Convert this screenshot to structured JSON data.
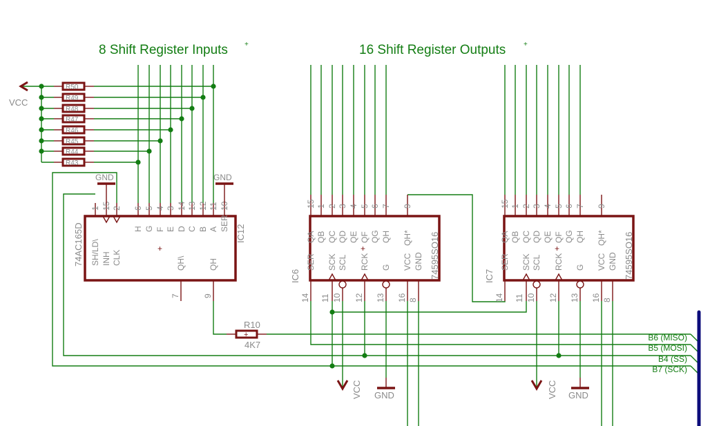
{
  "titles": {
    "inputs": "8 Shift Register Inputs",
    "outputs": "16 Shift Register Outputs",
    "marker": "+"
  },
  "power": {
    "vcc": "VCC",
    "gnd": "GND"
  },
  "colors": {
    "wire": "#137d13",
    "component": "#7a1414",
    "label": "#8a8a8a",
    "bus": "#0b0b7a"
  },
  "pullup_resistors": [
    "R50",
    "R49",
    "R48",
    "R47",
    "R46",
    "R45",
    "R44",
    "R43"
  ],
  "ic12": {
    "name": "IC12",
    "part": "74AC165D",
    "top_pins": [
      {
        "num": "1",
        "label": "SH/LD\\"
      },
      {
        "num": "15",
        "label": "INH"
      },
      {
        "num": "2",
        "label": "CLK"
      },
      {
        "num": "6",
        "label": "H"
      },
      {
        "num": "5",
        "label": "G"
      },
      {
        "num": "4",
        "label": "F"
      },
      {
        "num": "3",
        "label": "E"
      },
      {
        "num": "14",
        "label": "D"
      },
      {
        "num": "13",
        "label": "C"
      },
      {
        "num": "12",
        "label": "B"
      },
      {
        "num": "11",
        "label": "A"
      },
      {
        "num": "10",
        "label": "SER"
      }
    ],
    "bottom_pins": [
      {
        "num": "7",
        "label": "QH\\"
      },
      {
        "num": "9",
        "label": "QH"
      }
    ]
  },
  "ic6": {
    "name": "IC6",
    "part": "74595SO16",
    "top_pins": [
      {
        "num": "15",
        "label": "QA"
      },
      {
        "num": "1",
        "label": "QB"
      },
      {
        "num": "2",
        "label": "QC"
      },
      {
        "num": "3",
        "label": "QD"
      },
      {
        "num": "4",
        "label": "QE"
      },
      {
        "num": "5",
        "label": "QF"
      },
      {
        "num": "6",
        "label": "QG"
      },
      {
        "num": "7",
        "label": "QH"
      },
      {
        "num": "9",
        "label": "QH*"
      }
    ],
    "bottom_pins": [
      {
        "num": "14",
        "label": "SER"
      },
      {
        "num": "11",
        "label": "SCK"
      },
      {
        "num": "10",
        "label": "SCL"
      },
      {
        "num": "12",
        "label": "RCK"
      },
      {
        "num": "13",
        "label": "G"
      },
      {
        "num": "16",
        "label": "VCC"
      },
      {
        "num": "8",
        "label": "GND"
      }
    ]
  },
  "ic7": {
    "name": "IC7",
    "part": "74595SO16",
    "top_pins": [
      {
        "num": "15",
        "label": "QA"
      },
      {
        "num": "1",
        "label": "QB"
      },
      {
        "num": "2",
        "label": "QC"
      },
      {
        "num": "3",
        "label": "QD"
      },
      {
        "num": "4",
        "label": "QE"
      },
      {
        "num": "5",
        "label": "QF"
      },
      {
        "num": "6",
        "label": "QG"
      },
      {
        "num": "7",
        "label": "QH"
      },
      {
        "num": "9",
        "label": "QH*"
      }
    ],
    "bottom_pins": [
      {
        "num": "14",
        "label": "SER"
      },
      {
        "num": "11",
        "label": "SCK"
      },
      {
        "num": "10",
        "label": "SCL"
      },
      {
        "num": "12",
        "label": "RCK"
      },
      {
        "num": "13",
        "label": "G"
      },
      {
        "num": "16",
        "label": "VCC"
      },
      {
        "num": "8",
        "label": "GND"
      }
    ]
  },
  "r10": {
    "name": "R10",
    "value": "4K7"
  },
  "bus_nets": [
    "B6 (MISO)",
    "B5 (MOSI)",
    "B4 (SS)",
    "B7 (SCK)"
  ]
}
